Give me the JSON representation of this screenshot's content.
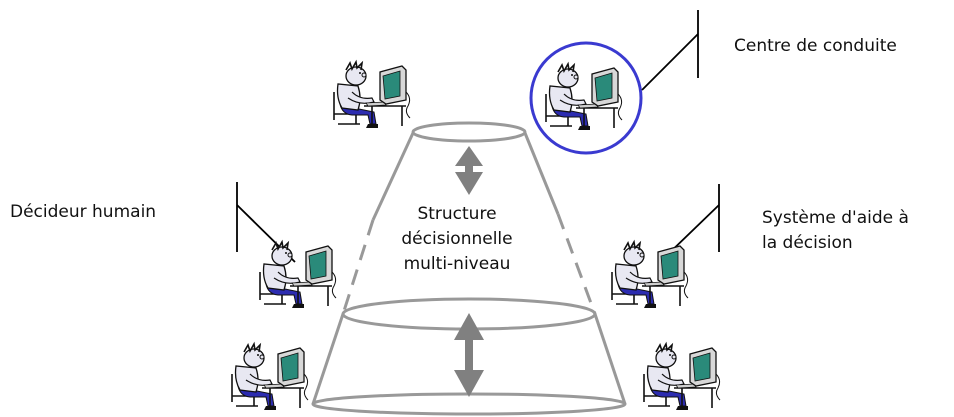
{
  "labels": {
    "control_center": "Centre de conduite",
    "human_decider": "Décideur humain",
    "decision_support": [
      "Système d'aide à",
      "la décision"
    ],
    "structure": [
      "Structure",
      "décisionnelle",
      "multi-niveau"
    ]
  },
  "colors": {
    "cone": "#999999",
    "arrows": "#808080",
    "highlight_circle": "#3a3ad0",
    "callout_lines": "#000000",
    "screen": "#2a8a7a",
    "monitor": "#d8d8d8",
    "trousers": "#2c2cb0",
    "outline": "#111111"
  },
  "icons": [
    "operator-at-computer-icon"
  ]
}
